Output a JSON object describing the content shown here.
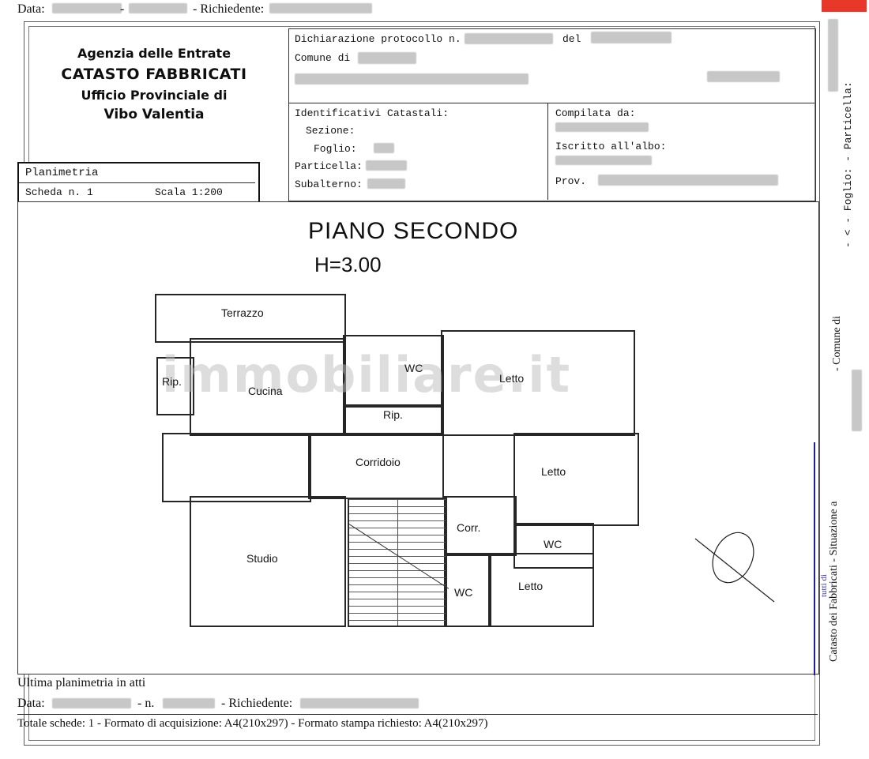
{
  "colors": {
    "redaction": "#c7c7c7",
    "red_mark": "#e8382a",
    "blue_line": "#1f1f9e"
  },
  "top_bar": {
    "data_label": "Data:",
    "dash": "-",
    "richiedente_label": "- Richiedente:"
  },
  "agency": {
    "line1": "Agenzia delle Entrate",
    "line2": "CATASTO FABBRICATI",
    "line3": "Ufficio Provinciale di",
    "line4": "Vibo Valentia"
  },
  "protocol": {
    "dichiarazione": "Dichiarazione protocollo n.",
    "del": "del",
    "comune": "Comune di"
  },
  "identificativi": {
    "title": "Identificativi Catastali:",
    "sezione": "Sezione:",
    "foglio": "Foglio:",
    "particella": "Particella:",
    "subalterno": "Subalterno:"
  },
  "compilata": {
    "title": "Compilata da:",
    "iscritto": "Iscritto all'albo:",
    "prov": "Prov."
  },
  "planimetria": {
    "title": "Planimetria",
    "scheda": "Scheda n. 1",
    "scala": "Scala 1:200"
  },
  "plan": {
    "title": "PIANO SECONDO",
    "height_label": "H=3.00",
    "watermark": "immobiliare.it",
    "rooms": {
      "terrazzo": "Terrazzo",
      "rip_left": "Rip.",
      "cucina": "Cucina",
      "wc_top": "WC",
      "letto_top": "Letto",
      "rip_center": "Rip.",
      "corridoio": "Corridoio",
      "letto_right": "Letto",
      "studio": "Studio",
      "corr": "Corr.",
      "wc_right": "WC",
      "wc_bottom": "WC",
      "letto_bottom": "Letto"
    }
  },
  "footer": {
    "ultima": "Ultima planimetria in atti",
    "data_label": "Data:",
    "n_label": "- n.",
    "richiedente_label": "- Richiedente:",
    "totale": "Totale schede: 1 - Formato di acquisizione: A4(210x297)  - Formato stampa richiesto: A4(210x297)"
  },
  "side": {
    "foglio_particella": "-  <  - Foglio:  - Particella:",
    "comune": "- Comune di",
    "catasto": "Catasto dei Fabbricati - Situazione a",
    "blue_note": "tutti di"
  }
}
